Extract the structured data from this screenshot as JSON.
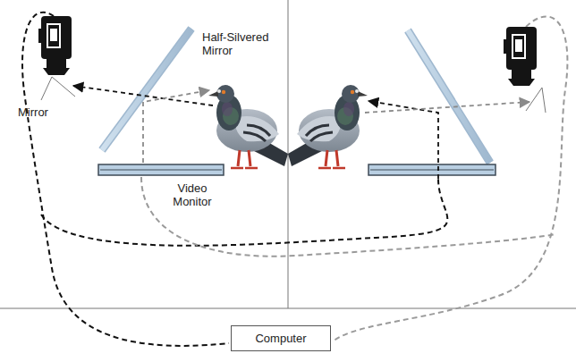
{
  "diagram": {
    "nodes": [
      {
        "text": [
          "Computer"
        ]
      }
    ],
    "labels": [
      "Half-Silvered Mirror",
      "Mirror",
      "Video Monitor"
    ]
  }
}
